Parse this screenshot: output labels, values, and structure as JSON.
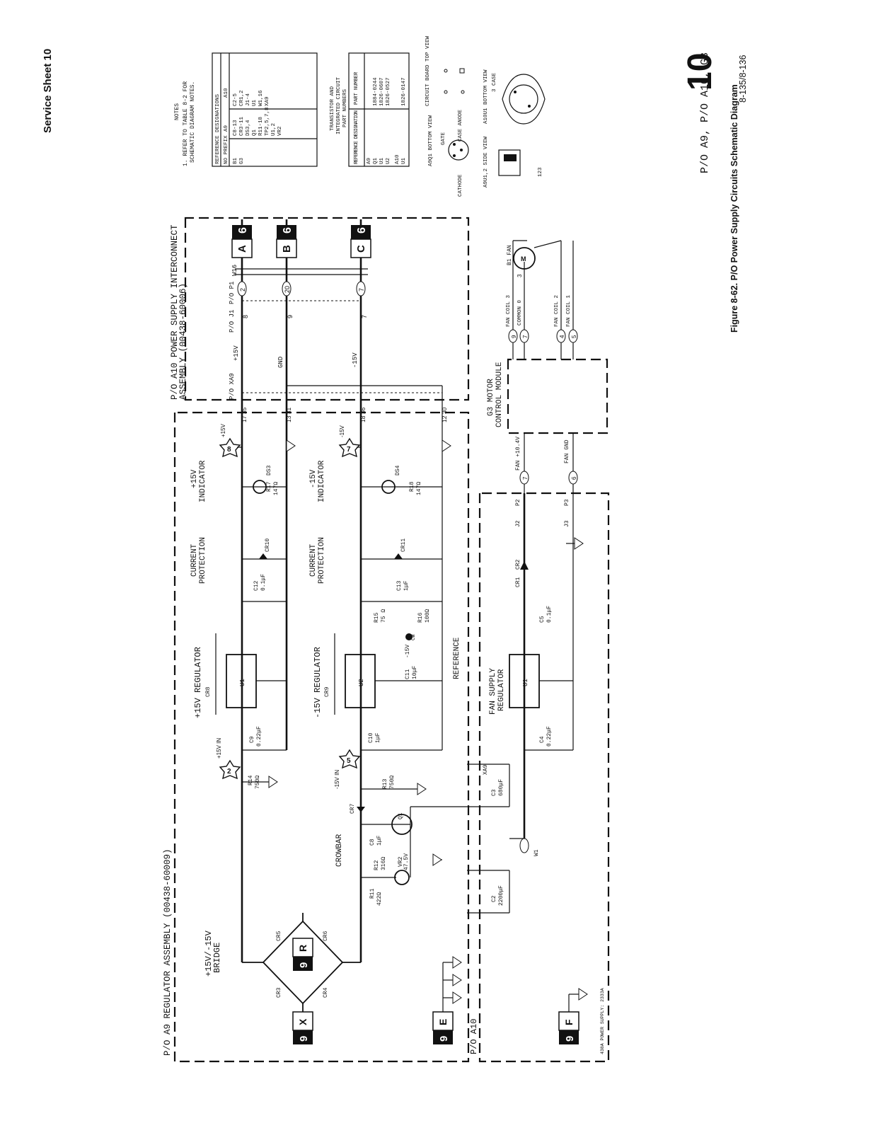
{
  "header": {
    "service_sheet": "Service Sheet 10"
  },
  "sheet": {
    "number": "10",
    "subtitle": "P/O A9, P/O A10, G3"
  },
  "figure": {
    "caption": "Figure 8-62. P/O Power Supply Circuits Schematic Diagram",
    "page_ref": "8-135/8-136"
  },
  "assemblies": {
    "a9": "P/O A9 REGULATOR ASSEMBLY (00438-60009)",
    "a10_interconnect_1": "P/O A10 POWER SUPPLY INTERCONNECT",
    "a10_interconnect_2": "ASSEMBLY (00438-60006)",
    "a10_lower": "P/O A10",
    "motor_module_1": "G3 MOTOR",
    "motor_module_2": "CONTROL MODULE",
    "footer_code": "438A POWER SUPPLY: 2333A"
  },
  "sections": {
    "bridge_1": "+15V/-15V",
    "bridge_2": "BRIDGE",
    "crowbar": "CROWBAR",
    "reg_pos": "+15V REGULATOR",
    "reg_neg": "-15V REGULATOR",
    "cp_pos_1": "CURRENT",
    "cp_pos_2": "PROTECTION",
    "cp_neg_1": "CURRENT",
    "cp_neg_2": "PROTECTION",
    "ind_pos_1": "+15V",
    "ind_pos_2": "INDICATOR",
    "ind_neg_1": "-15V",
    "ind_neg_2": "INDICATOR",
    "reference": "REFERENCE",
    "fan_reg_1": "FAN SUPPLY",
    "fan_reg_2": "REGULATOR"
  },
  "components": {
    "cr3": "CR3",
    "cr4": "CR4",
    "cr5": "CR5",
    "cr6": "CR6",
    "cr7": "CR7",
    "cr8": "CR8",
    "cr9": "CR9",
    "cr10": "CR10",
    "cr11": "CR11",
    "cr1": "CR1",
    "cr2": "CR2",
    "r11": "R11",
    "r11v": "422Ω",
    "r12": "R12",
    "r12v": "316Ω",
    "r13": "R13",
    "r13v": "750Ω",
    "r14": "R14",
    "r14v": "750Ω",
    "r15": "R15",
    "r15v": "75 Ω",
    "r16": "R16",
    "r16v": "100Ω",
    "r17": "R17",
    "r17v": "147Ω",
    "r18": "R18",
    "r18v": "147Ω",
    "c2": "C2",
    "c2v": "2200μF",
    "c3": "C3",
    "c3v": "680μF",
    "c4": "C4",
    "c4v": "0.22μF",
    "c5": "C5",
    "c5v": "0.1μF",
    "c8": "C8",
    "c8v": "1μF",
    "c9": "C9",
    "c9v": "0.22μF",
    "c10": "C10",
    "c10v": "1μF",
    "c11": "C11",
    "c11v": "10μF",
    "c12": "C12",
    "c12v": "0.1μF",
    "c13": "C13",
    "c13v": "1μF",
    "vr2": "VR2",
    "vr2v": "47.5V",
    "q1": "Q1",
    "u1": "U1",
    "u2": "U2",
    "u1fan": "U1",
    "ds3": "DS3",
    "ds4": "DS4",
    "w1": "W1",
    "w16": "W16",
    "b1": "B1 FAN",
    "motor": "M",
    "cw": "CW",
    "neg15ref": "-15V"
  },
  "rails": {
    "p15": "+15V",
    "gnd": "GND",
    "n15": "-15V",
    "p15_in": "+15V IN",
    "n15_in": "-15V IN",
    "fan_p": "FAN +10.4V",
    "fan_gnd": "FAN GND",
    "fan_coil3": "FAN COIL 3",
    "common": "COMMON 0",
    "fan_coil2": "FAN COIL 2",
    "fan_coil1": "FAN COIL 1"
  },
  "connectors": {
    "xa9": "P/O XA9",
    "j1": "P/O J1",
    "p1": "P/O P1",
    "j2": "J2",
    "p2": "P2",
    "j3": "J3",
    "p3": "P3",
    "xa9b": "XA9",
    "pin_pos": "17 35",
    "pin_gnd": "13 31",
    "pin_neg": "18 36",
    "pin_aux": "12 30",
    "p8": "8",
    "p9": "9",
    "p7": "7",
    "in_x": "X",
    "in_r": "R",
    "in_e": "E",
    "in_f": "F",
    "out_a": "A",
    "out_b": "B",
    "out_c": "C",
    "sheet_in": "9",
    "sheet_out": "6"
  },
  "test_points": {
    "tp2": "2",
    "tp5": "5",
    "tp7": "7",
    "tp8": "8",
    "f2": "2",
    "f7": "7",
    "f6": "6",
    "f3": "3",
    "f4": "4",
    "f5": "5",
    "f9": "9",
    "f20": "20"
  },
  "notes": {
    "title": "NOTES",
    "line1": "1. REFER TO TABLE 8-2 FOR",
    "line2": "SCHEMATIC DIAGRAM NOTES."
  },
  "ref_table": {
    "header": "REFERENCE DESIGNATIONS",
    "col1": "NO PREFIX",
    "col2": "A9",
    "col3": "A10",
    "rows": [
      [
        "B1",
        "C8-13",
        "C2-5"
      ],
      [
        "G3",
        "CR3-11",
        "CR1,2"
      ],
      [
        "",
        "DS3,4",
        "J1-4"
      ],
      [
        "",
        "Q1",
        "U1"
      ],
      [
        "",
        "R11-18",
        "W1,16"
      ],
      [
        "",
        "TP2,5,7,8",
        "XA9"
      ],
      [
        "",
        "U1,2",
        ""
      ],
      [
        "",
        "VR2",
        ""
      ]
    ]
  },
  "part_table": {
    "title_1": "TRANSISTOR AND",
    "title_2": "INTEGRATED CIRCUIT",
    "title_3": "PART NUMBERS",
    "col1": "REFERENCE DESIGNATION",
    "col2": "PART NUMBER",
    "rows": [
      [
        "A9",
        ""
      ],
      [
        "Q1",
        "1884-0244"
      ],
      [
        "U1",
        "1826-0607"
      ],
      [
        "U2",
        "1826-0527"
      ],
      [
        "A10",
        ""
      ],
      [
        "U1",
        "1826-0147"
      ]
    ]
  },
  "views": {
    "a9q1": "A9Q1 BOTTOM VIEW",
    "gate": "GATE",
    "cathode": "CATHODE",
    "case_anode": "CASE ANODE",
    "a9u12": "A9U1,2 SIDE VIEW",
    "pins123": "123",
    "board": "CIRCUIT BOARD TOP VIEW",
    "a10u1": "A10U1 BOTTOM VIEW",
    "case3": "3 CASE"
  }
}
